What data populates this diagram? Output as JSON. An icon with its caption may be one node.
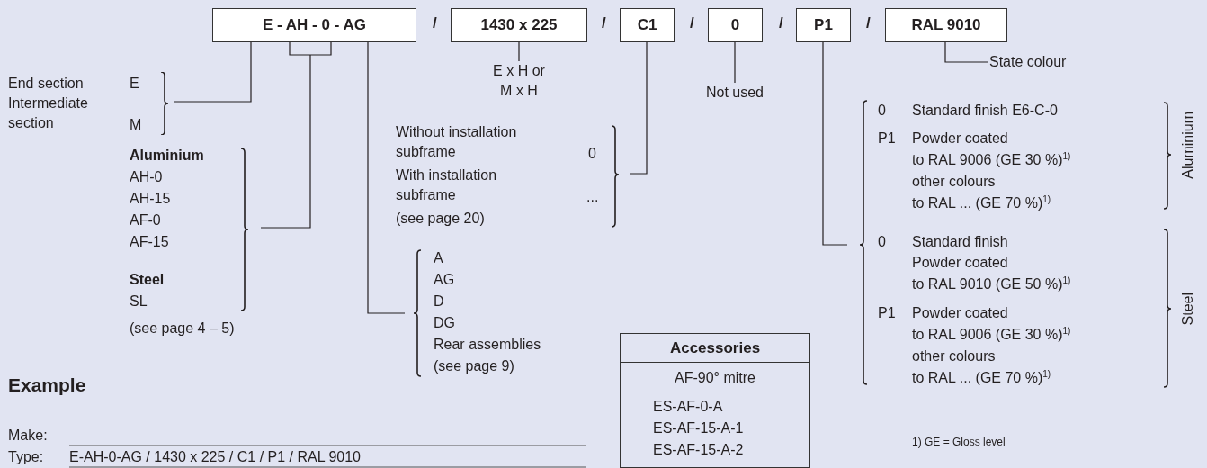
{
  "diagram": {
    "nodes": [
      {
        "text": [
          "E - AH - 0 - AG"
        ]
      },
      {
        "text": [
          "1430 x 225"
        ]
      },
      {
        "text": [
          "C1"
        ]
      },
      {
        "text": [
          "0"
        ]
      },
      {
        "text": [
          "P1"
        ]
      },
      {
        "text": [
          "RAL 9010"
        ]
      },
      {
        "text": [
          "End section",
          "E",
          "Intermediate section",
          "M"
        ]
      },
      {
        "text": [
          "Aluminium",
          "AH-0",
          "AH-15",
          "AF-0",
          "AF-15",
          "Steel",
          "SL",
          "(see page 4 – 5)"
        ]
      },
      {
        "text": [
          "E x H or M x H"
        ]
      },
      {
        "text": [
          "Without installation subframe",
          "0",
          "With installation subframe",
          "...",
          "(see page 20)"
        ]
      },
      {
        "text": [
          "A",
          "AG",
          "D",
          "DG",
          "Rear assemblies",
          "(see page 9)"
        ]
      },
      {
        "text": [
          "Not used"
        ]
      },
      {
        "text": [
          "State colour"
        ]
      },
      {
        "text": [],
        "shape": "bracket"
      },
      {
        "text": [
          "0",
          "Standard finish E6-C-0",
          "P1",
          "Powder coated",
          "to RAL 9006 (GE 30 %)$^{1)}$",
          "other colours",
          "to RAL ... (GE 70 %)$^{1)}$",
          "Aluminium"
        ],
        "in": 13
      },
      {
        "text": [
          "0",
          "Standard finish",
          "Powder coated",
          "to RAL 9010 (GE 50 %)$^{1)}$",
          "P1",
          "Powder coated",
          "to RAL 9006 (GE 30 %)$^{1)}$",
          "other colours",
          "to RAL ... (GE 70 %)$^{1)}$",
          "Steel"
        ],
        "in": 13
      },
      {
        "text": [
          "Accessories",
          "AF-90° mitre",
          "ES-AF-0-A",
          "ES-AF-15-A-1",
          "ES-AF-15-A-2"
        ]
      }
    ],
    "edges": [
      {
        "from": 0,
        "to": 6,
        "arrow": "none"
      },
      {
        "from": 0,
        "to": 7,
        "arrow": "none"
      },
      {
        "from": 0,
        "to": 10,
        "arrow": "none"
      },
      {
        "from": 1,
        "to": 8,
        "arrow": "none"
      },
      {
        "from": 2,
        "to": 9,
        "arrow": "none"
      },
      {
        "from": 3,
        "to": 11,
        "arrow": "none"
      },
      {
        "from": 4,
        "to": 13,
        "arrow": "none"
      },
      {
        "from": 5,
        "to": 12,
        "arrow": "none"
      }
    ],
    "labels": [
      "/",
      "/",
      "/",
      "/",
      "/",
      "Example",
      "Make:",
      "Type:",
      "E-AH-0-AG / 1430 x 225 / C1 / P1 / RAL 9010",
      "1) GE = Gloss level"
    ]
  }
}
